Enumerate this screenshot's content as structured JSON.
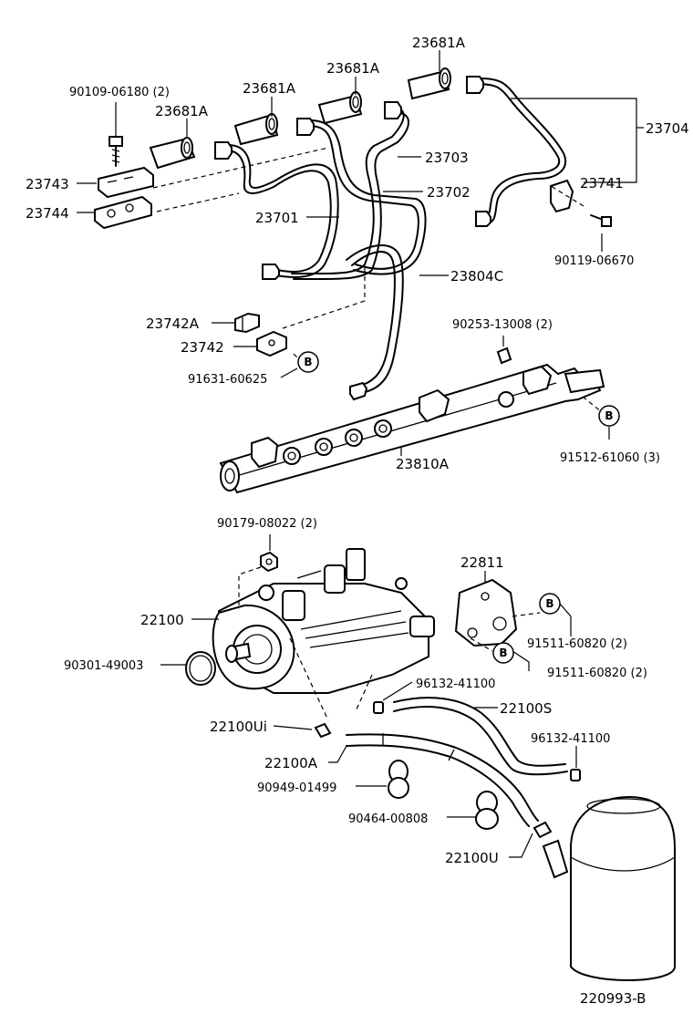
{
  "labels": {
    "l_23681A_top": "23681A",
    "l_23681A_2": "23681A",
    "l_23681A_3": "23681A",
    "l_23681A_4": "23681A",
    "l_90109": "90109-06180 (2)",
    "l_23704": "23704",
    "l_23703": "23703",
    "l_23702": "23702",
    "l_23701": "23701",
    "l_23741": "23741",
    "l_23743": "23743",
    "l_23744": "23744",
    "l_90119": "90119-06670",
    "l_23804C": "23804C",
    "l_90253": "90253-13008 (2)",
    "l_23742A": "23742A",
    "l_23742": "23742",
    "l_91631": "91631-60625",
    "l_91512": "91512-61060 (3)",
    "l_23810A": "23810A",
    "l_90179": "90179-08022 (2)",
    "l_22811": "22811",
    "l_22100": "22100",
    "l_91511_a": "91511-60820 (2)",
    "l_91511_b": "91511-60820 (2)",
    "l_90301": "90301-49003",
    "l_96132_a": "96132-41100",
    "l_22100S": "22100S",
    "l_22100Ui": "22100Ui",
    "l_96132_b": "96132-41100",
    "l_22100A": "22100A",
    "l_90949": "90949-01499",
    "l_90464": "90464-00808",
    "l_22100U": "22100U",
    "l_ref": "220993-B"
  },
  "markers": {
    "b1": "B",
    "b2": "B",
    "b3": "B",
    "b4": "B"
  }
}
